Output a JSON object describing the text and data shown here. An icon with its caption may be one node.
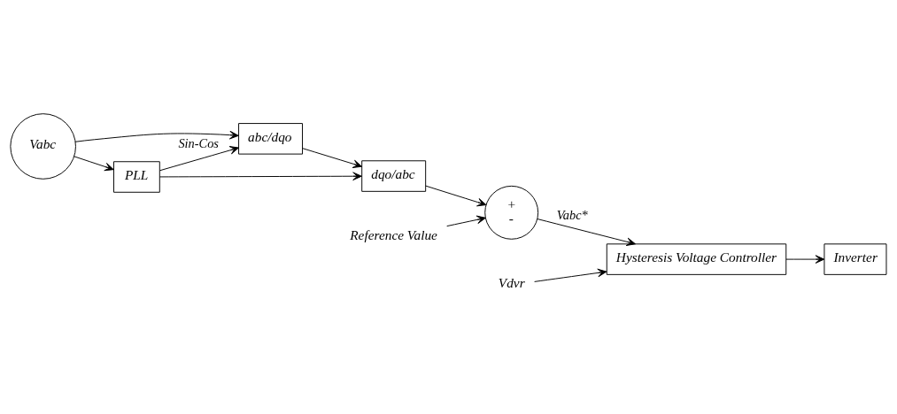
{
  "diagram": {
    "nodes": [
      {
        "text": [
          "Vabc"
        ]
      },
      {
        "text": [
          "abc/dqo"
        ]
      },
      {
        "text": [
          "dqo/abc"
        ]
      },
      {
        "text": [
          "+",
          "-"
        ]
      },
      {
        "text": [
          "PLL"
        ]
      },
      {
        "text": [
          "Reference Value"
        ]
      },
      {
        "text": [
          "Hysteresis Voltage Controller"
        ]
      },
      {
        "text": [
          "Vdvr"
        ]
      },
      {
        "text": [
          "Inverter"
        ]
      }
    ],
    "edges": [
      {
        "from": 0,
        "to": 1,
        "arrow": "to"
      },
      {
        "from": 1,
        "to": 2,
        "arrow": "to"
      },
      {
        "from": 2,
        "to": 3,
        "arrow": "to"
      },
      {
        "from": 5,
        "to": 3,
        "arrow": "to"
      },
      {
        "from": 0,
        "to": 4,
        "arrow": "to"
      },
      {
        "from": 4,
        "to": 1,
        "label": "Sin-Cos",
        "arrow": "to"
      },
      {
        "from": 4,
        "to": 2,
        "arrow": "to"
      },
      {
        "from": 3,
        "to": 6,
        "label": "Vabc*",
        "arrow": "to"
      },
      {
        "from": 7,
        "to": 6,
        "arrow": "to"
      },
      {
        "from": 6,
        "to": 8,
        "arrow": "to"
      }
    ]
  }
}
